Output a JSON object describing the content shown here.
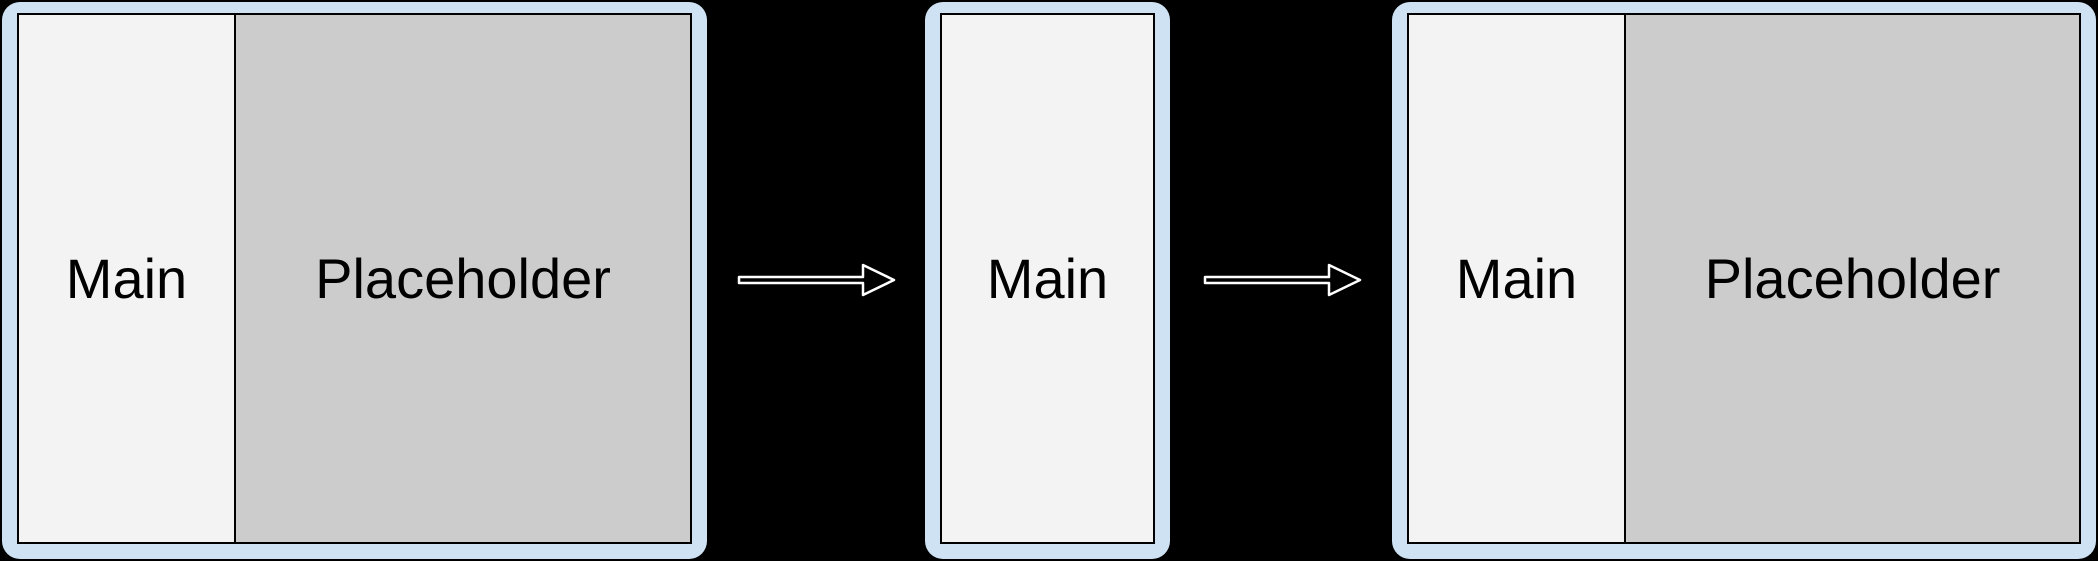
{
  "page": {
    "background": "#000000"
  },
  "diagram": {
    "type": "layout-transition",
    "colors": {
      "frame": "#cfe2f3",
      "main_fill": "#f3f3f3",
      "placeholder_fill": "#cccccc",
      "stroke": "#000000",
      "text": "#000000",
      "arrow_fill": "#000000",
      "arrow_outline": "#ffffff"
    },
    "panels": [
      {
        "name": "two-pane-start",
        "panes": [
          {
            "label": "Main",
            "role": "main"
          },
          {
            "label": "Placeholder",
            "role": "placeholder"
          }
        ]
      },
      {
        "name": "single-pane-compact",
        "panes": [
          {
            "label": "Main",
            "role": "main"
          }
        ]
      },
      {
        "name": "two-pane-expanded",
        "panes": [
          {
            "label": "Main",
            "role": "main"
          },
          {
            "label": "Placeholder",
            "role": "placeholder"
          }
        ]
      }
    ],
    "arrows": [
      {
        "name": "transition-arrow-1",
        "direction": "right"
      },
      {
        "name": "transition-arrow-2",
        "direction": "right"
      }
    ]
  }
}
